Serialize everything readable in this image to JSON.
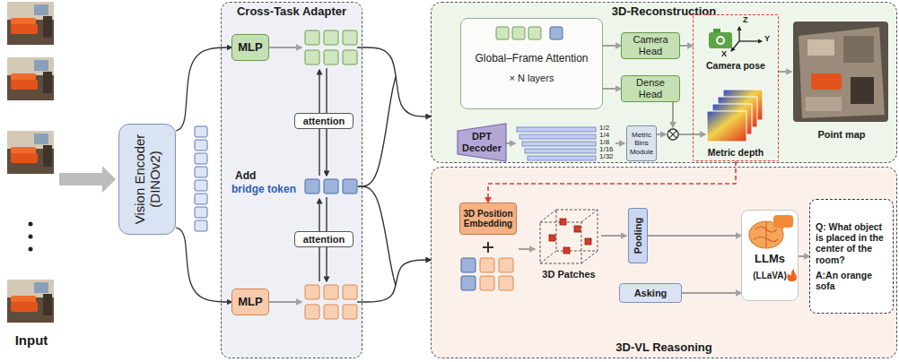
{
  "diagram": {
    "nodes": [
      {
        "text": [
          "Vision Encoder (DINOv2)"
        ]
      },
      {
        "text": [
          "Cross-Task Adapter"
        ]
      },
      {
        "text": [
          "MLP"
        ],
        "in": 1
      },
      {
        "text": [
          "attention"
        ],
        "in": 1
      },
      {
        "text": [
          "attention"
        ],
        "in": 1
      },
      {
        "text": [
          "MLP"
        ],
        "in": 1
      },
      {
        "text": [
          "3D-Reconstruction"
        ]
      },
      {
        "text": [
          "Global–Frame Attention",
          "× N layers"
        ],
        "in": 6
      },
      {
        "text": [
          "Camera Head"
        ],
        "in": 6
      },
      {
        "text": [
          "Dense Head"
        ],
        "in": 6
      },
      {
        "text": [
          "DPT Decoder"
        ],
        "in": 6
      },
      {
        "text": [
          "Metric Bins Module"
        ],
        "in": 6
      },
      {
        "text": [
          "Camera pose",
          "Metric depth"
        ],
        "in": 6
      },
      {
        "text": [
          "3D-VL Reasoning"
        ]
      },
      {
        "text": [
          "3D Position Embedding"
        ],
        "in": 13
      },
      {
        "text": [
          "Pooling"
        ],
        "in": 13
      },
      {
        "text": [
          "LLMs",
          "(LLaVA)"
        ],
        "in": 13
      },
      {
        "text": [
          "Asking"
        ],
        "in": 13
      },
      {
        "text": [
          "Q: What object is placed in the center of the room?",
          "A:An orange sofa"
        ],
        "in": 13
      }
    ],
    "edges": [
      {
        "from": 0,
        "to": 2,
        "arrow": "to"
      },
      {
        "from": 0,
        "to": 5,
        "arrow": "to"
      },
      {
        "from": 1,
        "to": 6,
        "arrow": "to"
      },
      {
        "from": 1,
        "to": 13,
        "arrow": "to"
      },
      {
        "from": 7,
        "to": 8,
        "arrow": "to"
      },
      {
        "from": 7,
        "to": 9,
        "arrow": "to"
      },
      {
        "from": 8,
        "to": 12,
        "arrow": "to"
      },
      {
        "from": 12,
        "to": 14,
        "arrow": "to"
      },
      {
        "from": 15,
        "to": 16,
        "arrow": "to"
      },
      {
        "from": 17,
        "to": 16,
        "arrow": "to"
      },
      {
        "from": 16,
        "to": 18,
        "arrow": "to"
      }
    ],
    "labels": [
      "Input",
      "Add",
      "bridge token",
      "Z",
      "Y",
      "X",
      "1/2",
      "1/4",
      "1/8",
      "1/16",
      "1/32",
      "Point map",
      "3D Patches"
    ]
  }
}
